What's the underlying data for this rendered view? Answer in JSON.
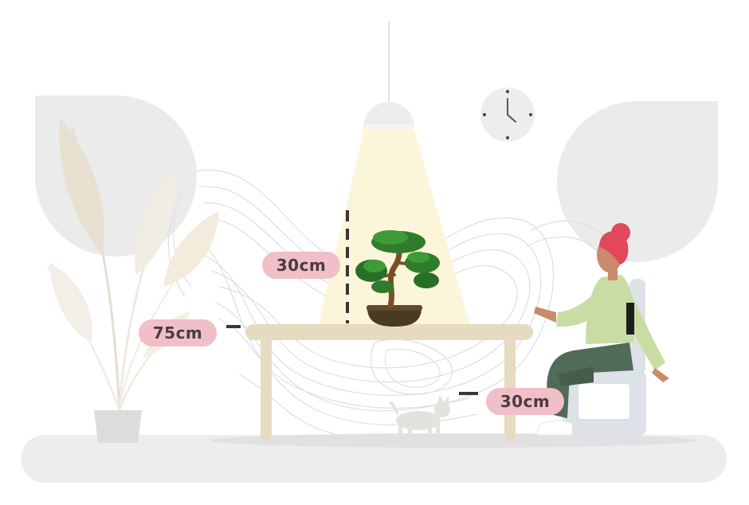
{
  "labels": {
    "plant_clearance": "30cm",
    "table_height": "75cm",
    "floor_clearance": "30cm"
  },
  "colors": {
    "label_bg": "#f1bfc7",
    "label_text": "#4a3c3e",
    "table": "#e6dbc0",
    "light_beam": "#fbf6d9",
    "hair": "#e2485c",
    "shirt": "#c9dca4",
    "pants": "#506b58",
    "chair": "#dde2e8",
    "foliage": "#2f7d2c"
  },
  "icons": [
    "clock-icon",
    "pendant-lamp-icon",
    "bonsai-icon",
    "cat-icon",
    "potted-plant-icon",
    "person-icon",
    "chair-icon"
  ]
}
